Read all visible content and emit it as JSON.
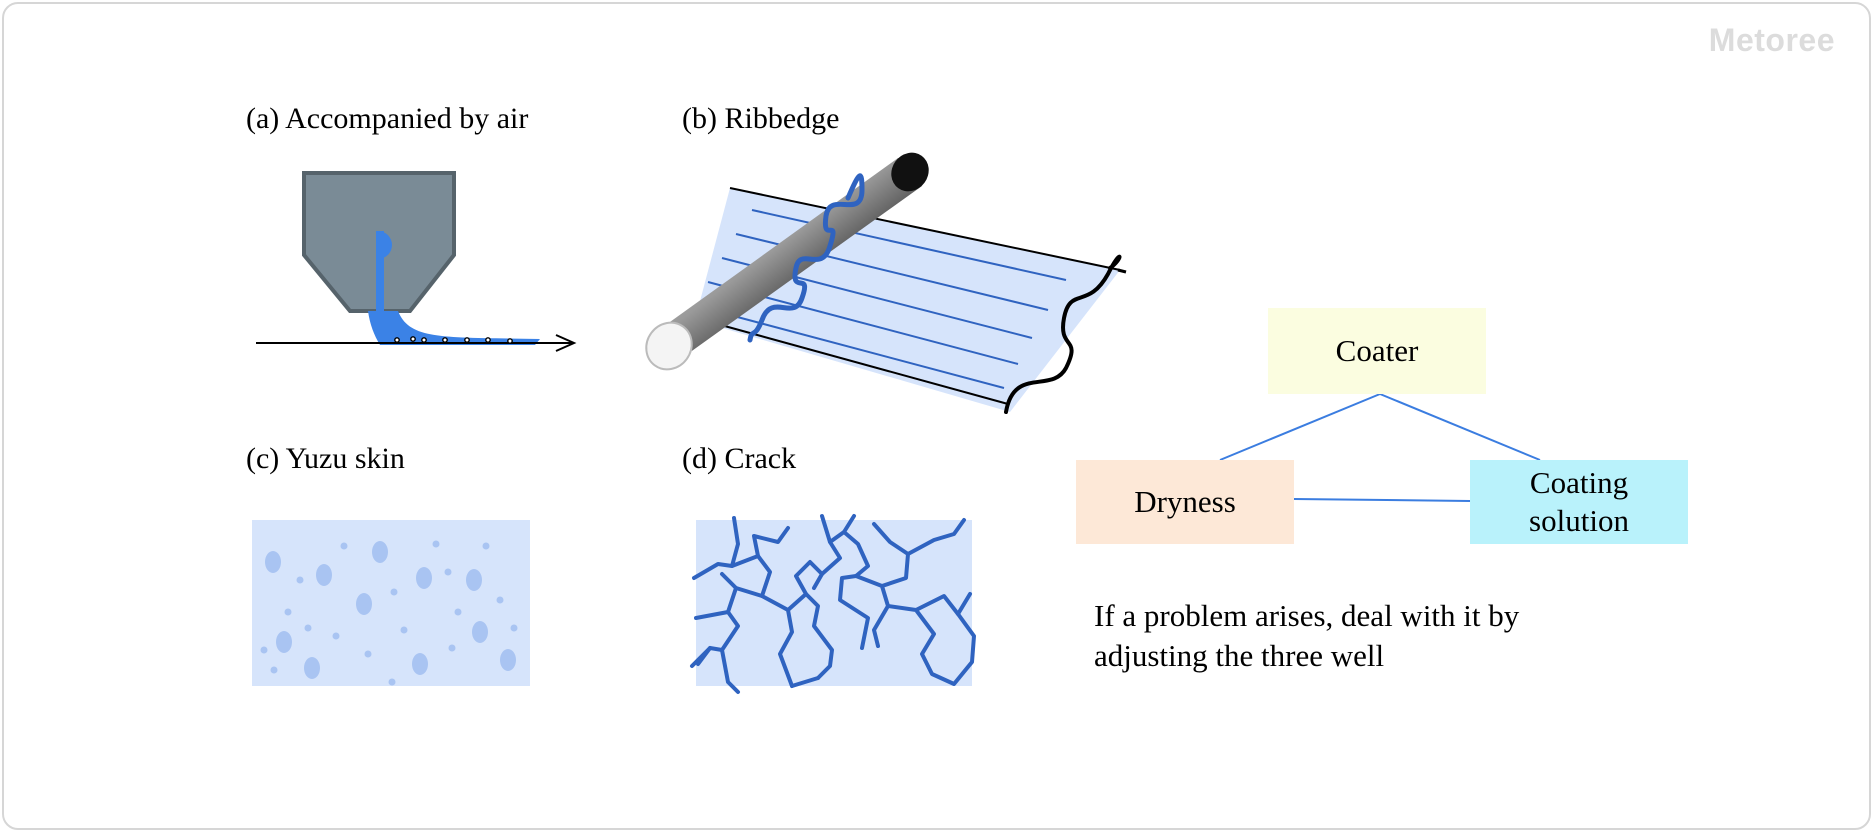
{
  "watermark": "Metoree",
  "panels": {
    "a": {
      "label": "(a) Accompanied by air"
    },
    "b": {
      "label": "(b) Ribbedge"
    },
    "c": {
      "label": "(c) Yuzu skin"
    },
    "d": {
      "label": "(d) Crack"
    }
  },
  "relationship": {
    "top": "Coater",
    "left": "Dryness",
    "right": "Coating\nsolution",
    "note": "If a problem arises, deal with it by adjusting the three well"
  },
  "colors": {
    "die_fill": "#7a8b96",
    "coating_blue": "#3b82e6",
    "light_blue": "#d6e4fb",
    "line_blue": "#2f63c0",
    "coater_box": "#fbfde0",
    "dryness_box": "#fde8d7",
    "solution_box": "#b9f2fb"
  }
}
